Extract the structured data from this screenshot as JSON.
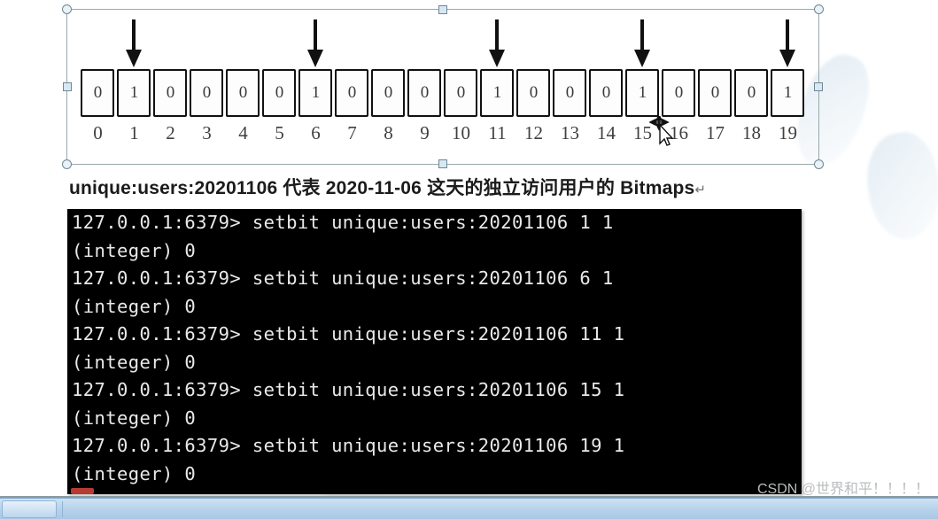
{
  "document": {
    "caption": "unique:users:20201106 代表 2020-11-06 这天的独立访问用户的 Bitmaps",
    "caption_pilcrow": "↵"
  },
  "bitmap": {
    "title": "redis-bitmap-cells",
    "indices": [
      "0",
      "1",
      "2",
      "3",
      "4",
      "5",
      "6",
      "7",
      "8",
      "9",
      "10",
      "11",
      "12",
      "13",
      "14",
      "15",
      "16",
      "17",
      "18",
      "19"
    ],
    "bits": [
      "0",
      "1",
      "0",
      "0",
      "0",
      "0",
      "1",
      "0",
      "0",
      "0",
      "0",
      "1",
      "0",
      "0",
      "0",
      "1",
      "0",
      "0",
      "0",
      "1"
    ],
    "arrow_indices": [
      1,
      6,
      11,
      15,
      19
    ],
    "arrow_icon": "down-arrow-icon",
    "cell_border_color": "#111111",
    "cell_fill_color": "#fdfdfd"
  },
  "selection": {
    "handle_icon": "resize-handle-icon",
    "border_color": "#9aa7ad",
    "handle_fill": "#d6e8f2"
  },
  "terminal": {
    "background": "#000000",
    "foreground": "#e9e9e9",
    "prompt": "127.0.0.1:6379>",
    "lines": [
      "127.0.0.1:6379> setbit unique:users:20201106 1 1",
      "(integer) 0",
      "127.0.0.1:6379> setbit unique:users:20201106 6 1",
      "(integer) 0",
      "127.0.0.1:6379> setbit unique:users:20201106 11 1",
      "(integer) 0",
      "127.0.0.1:6379> setbit unique:users:20201106 15 1",
      "(integer) 0",
      "127.0.0.1:6379> setbit unique:users:20201106 19 1",
      "(integer) 0"
    ]
  },
  "cursor": {
    "icon": "move-cursor-icon"
  },
  "watermark": {
    "text": "CSDN @世界和平！！！！",
    "color": "#b9bcbe"
  },
  "taskbar": {
    "start_button_label": ""
  }
}
